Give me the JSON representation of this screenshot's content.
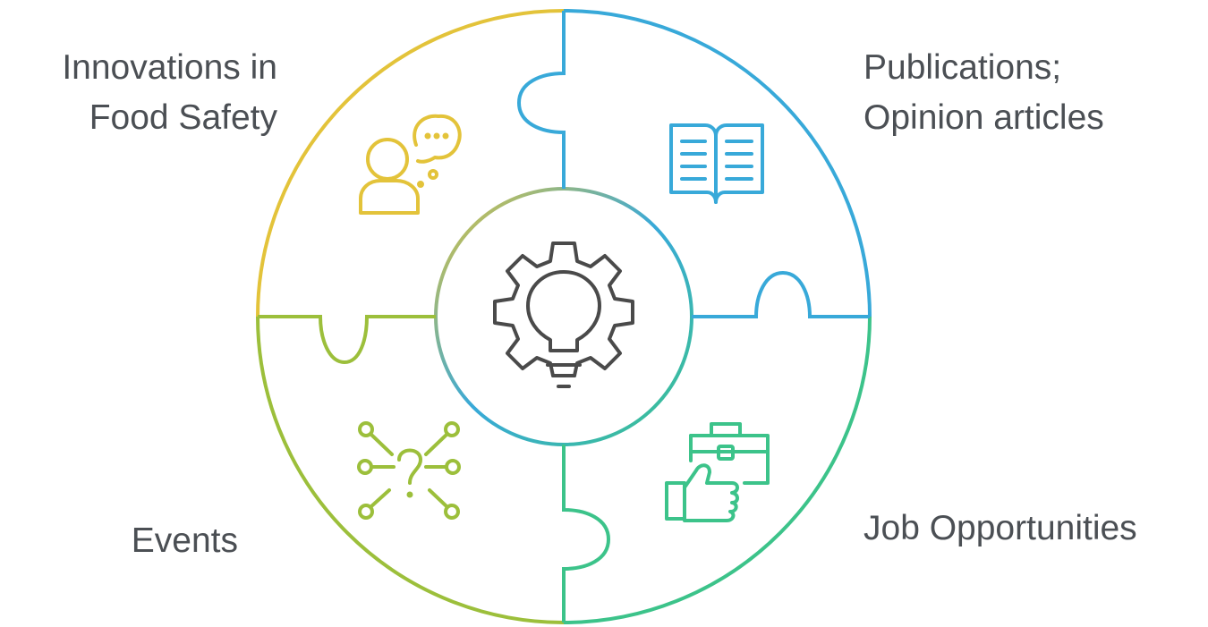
{
  "labels": {
    "top_left": [
      "Innovations in",
      "Food Safety"
    ],
    "top_right": [
      "Publications;",
      "Opinion articles"
    ],
    "bottom_left": [
      "Events"
    ],
    "bottom_right": [
      "Job Opportunities"
    ]
  },
  "segments": [
    {
      "id": "innovations",
      "icon": "person-thinking-icon",
      "color": "#e3c33a"
    },
    {
      "id": "publications",
      "icon": "open-book-icon",
      "color": "#38a9d9"
    },
    {
      "id": "events",
      "icon": "network-question-icon",
      "color": "#9cbf3b"
    },
    {
      "id": "jobs",
      "icon": "briefcase-thumbs-up-icon",
      "color": "#3cc38a"
    }
  ],
  "center": {
    "icon": "gear-lightbulb-icon",
    "color": "#4a4a4a"
  }
}
